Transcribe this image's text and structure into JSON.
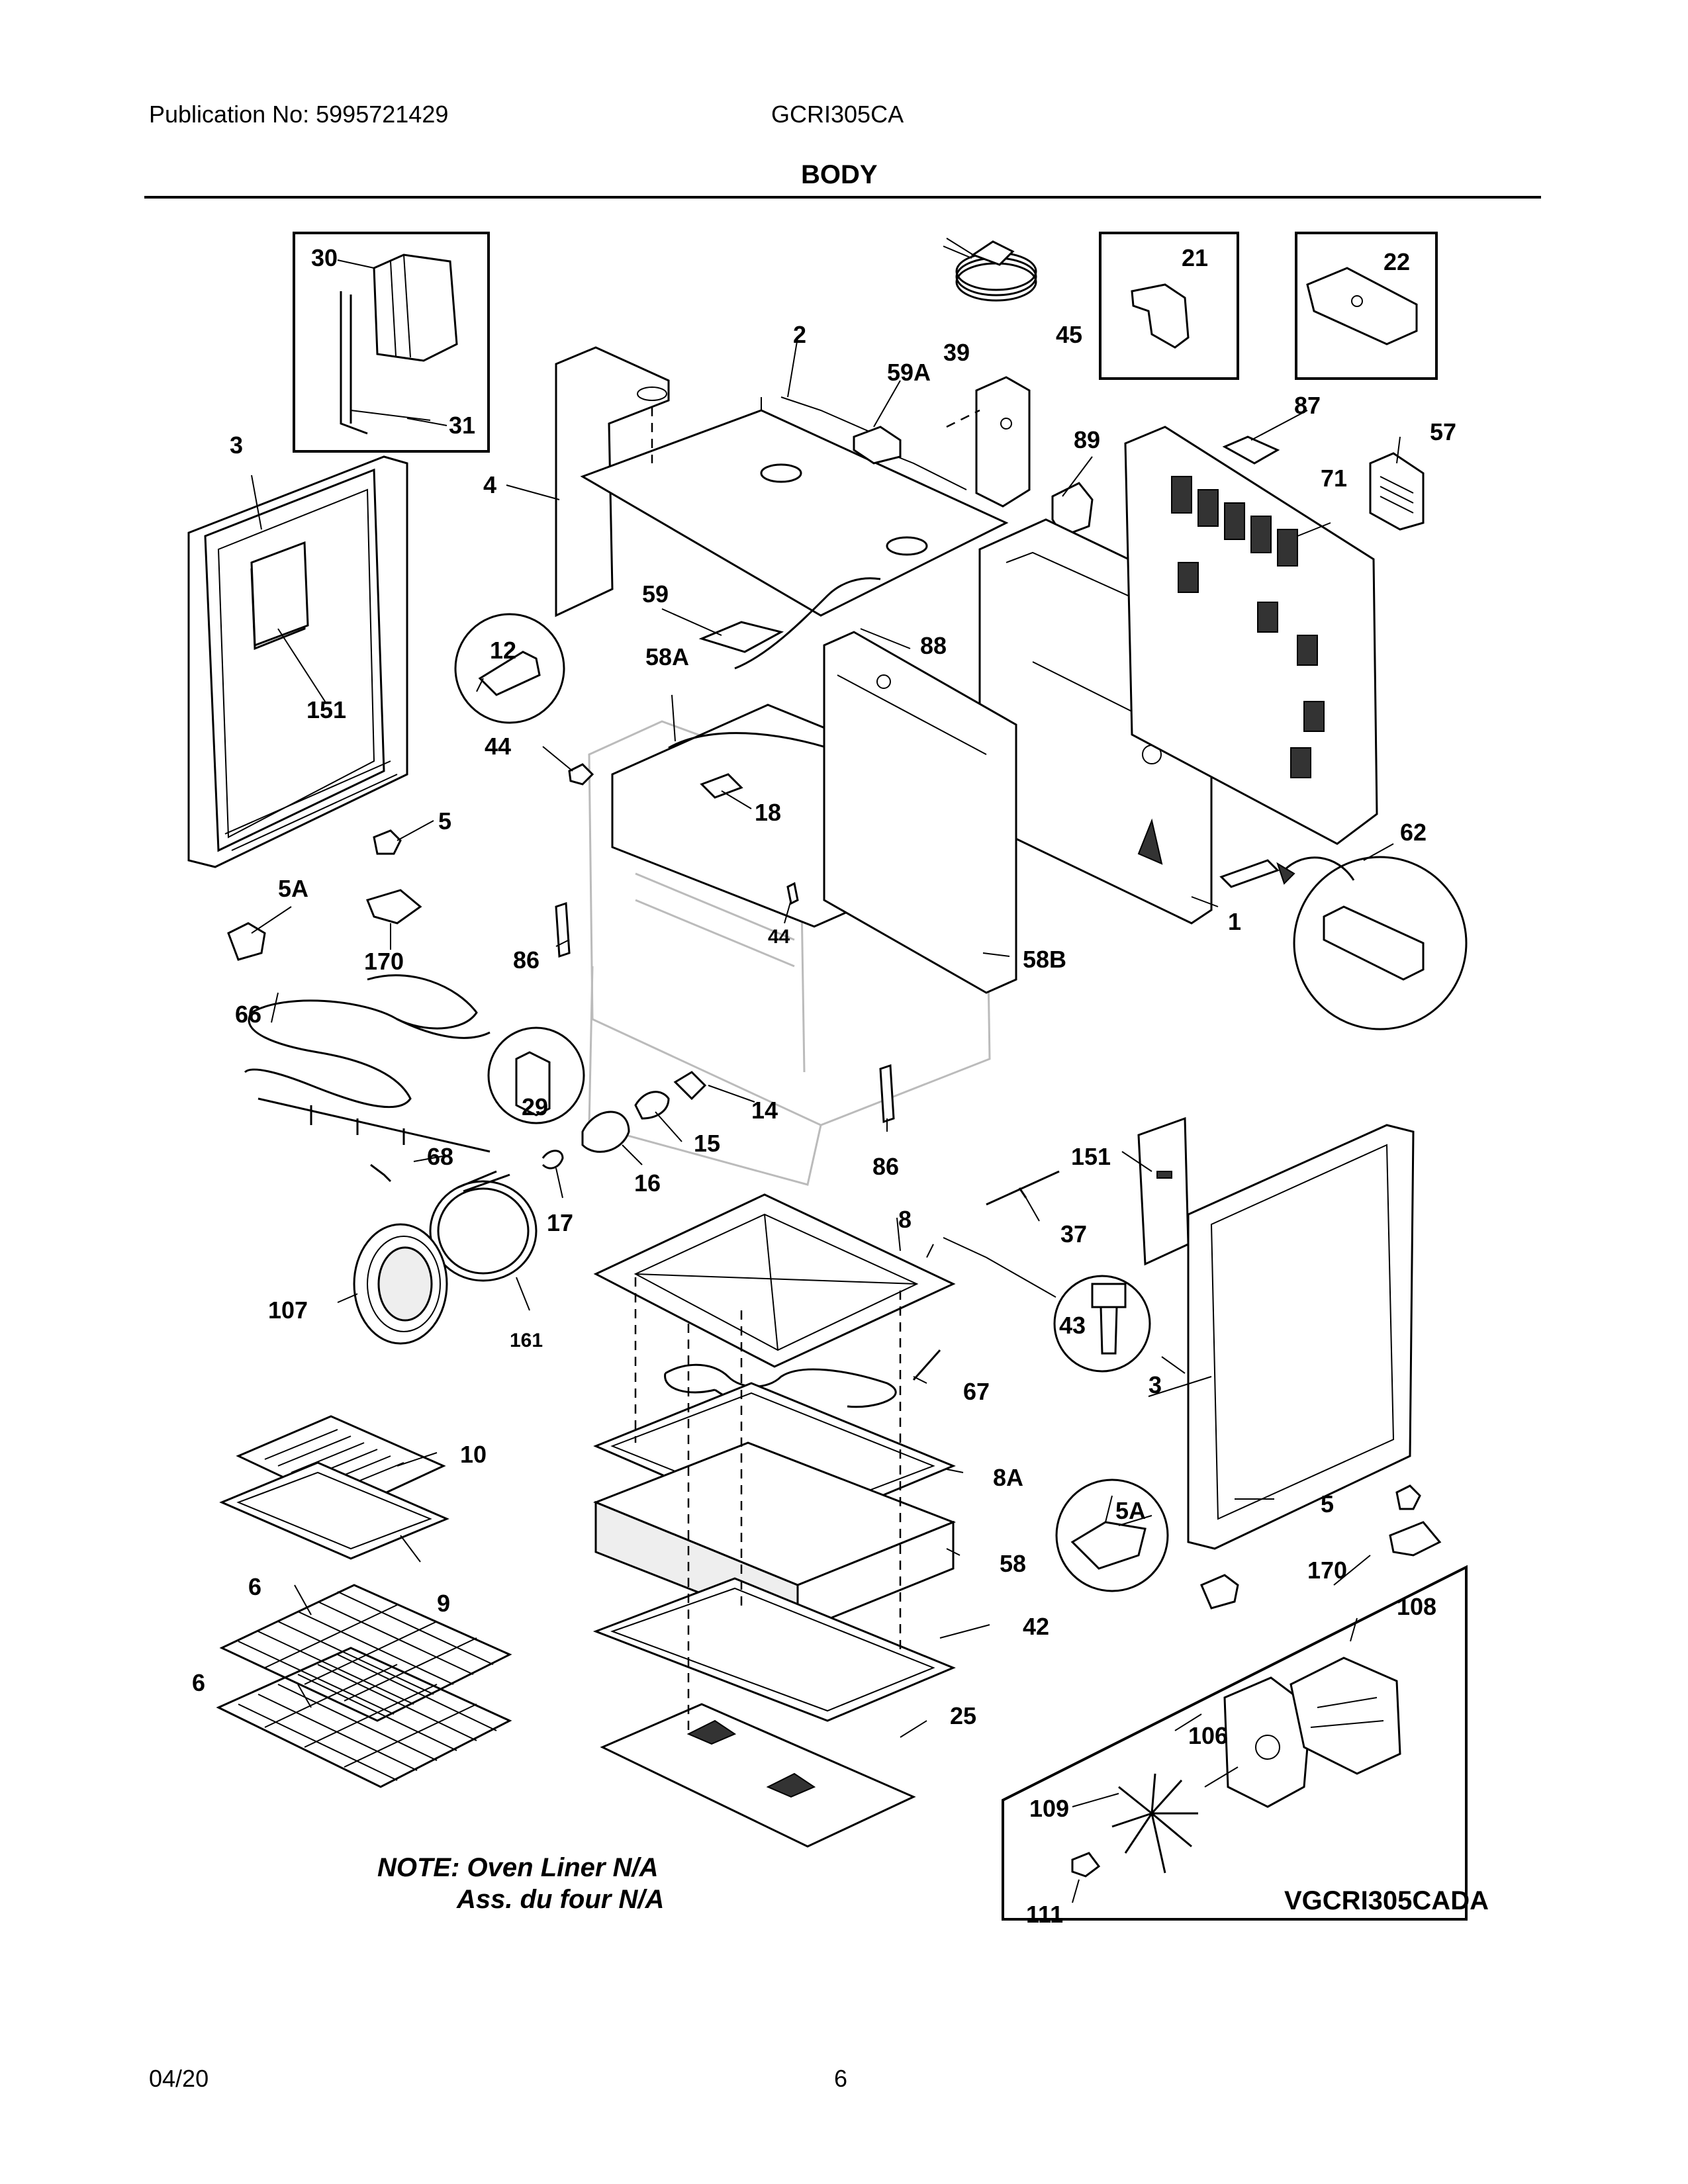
{
  "header": {
    "publication": "Publication No: 5995721429",
    "model": "GCRI305CA",
    "section": "BODY"
  },
  "footer": {
    "date": "04/20",
    "page": "6"
  },
  "callouts": {
    "c30": "30",
    "c31": "31",
    "c3a": "3",
    "c4": "4",
    "c2": "2",
    "c39": "39",
    "c59A": "59A",
    "c45": "45",
    "c21": "21",
    "c22": "22",
    "c87": "87",
    "c57": "57",
    "c89": "89",
    "c71": "71",
    "c151a": "151",
    "c12": "12",
    "c59": "59",
    "c88": "88",
    "c58A": "58A",
    "c44a": "44",
    "c18": "18",
    "c5a": "5",
    "c5Aa": "5A",
    "c170a": "170",
    "c86a": "86",
    "c44b": "44",
    "c58B": "58B",
    "c1": "1",
    "c62": "62",
    "c66": "66",
    "c29": "29",
    "c14": "14",
    "c15": "15",
    "c68": "68",
    "c16": "16",
    "c17": "17",
    "c86b": "86",
    "c151b": "151",
    "c37": "37",
    "c8": "8",
    "c107": "107",
    "c161": "161",
    "c43": "43",
    "c3b": "3",
    "c67": "67",
    "c10": "10",
    "c8A": "8A",
    "c5Ab": "5A",
    "c5b": "5",
    "c9": "9",
    "c6a": "6",
    "c58": "58",
    "c170b": "170",
    "c108": "108",
    "c42": "42",
    "c6b": "6",
    "c25": "25",
    "c106": "106",
    "c109": "109",
    "c111": "111"
  },
  "notes": {
    "line1": "NOTE: Oven Liner N/A",
    "line2": "Ass. du four N/A"
  },
  "variant_label": "VGCRI305CADA"
}
